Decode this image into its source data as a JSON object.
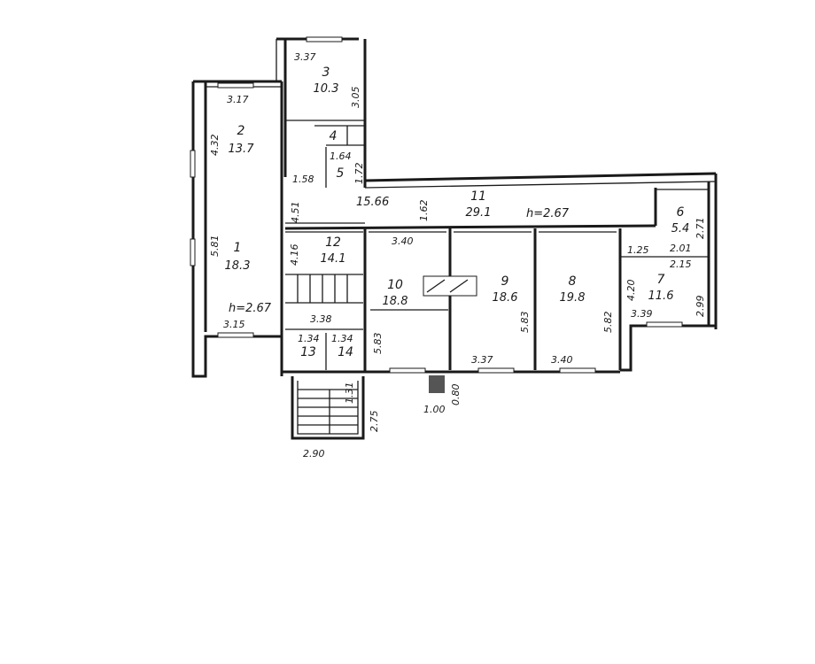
{
  "rooms": {
    "r1": {
      "num": "1",
      "area": "18.3",
      "height": "h=2.67"
    },
    "r2": {
      "num": "2",
      "area": "13.7"
    },
    "r3": {
      "num": "3",
      "area": "10.3"
    },
    "r4": {
      "num": "4"
    },
    "r5": {
      "num": "5"
    },
    "r6": {
      "num": "6",
      "area": "5.4"
    },
    "r7": {
      "num": "7",
      "area": "11.6"
    },
    "r8": {
      "num": "8",
      "area": "19.8"
    },
    "r9": {
      "num": "9",
      "area": "18.6"
    },
    "r10": {
      "num": "10",
      "area": "18.8"
    },
    "r11": {
      "num": "11",
      "area": "29.1",
      "height": "h=2.67"
    },
    "r12": {
      "num": "12",
      "area": "14.1"
    },
    "r13": {
      "num": "13"
    },
    "r14": {
      "num": "14"
    }
  },
  "dims": {
    "d317": "3.17",
    "d432": "4.32",
    "d337": "3.37",
    "d305": "3.05",
    "d164": "1.64",
    "d172": "1.72",
    "d158": "1.58",
    "d451": "4.51",
    "d1566": "15.66",
    "d162": "1.62",
    "d581": "5.81",
    "d315": "3.15",
    "d416": "4.16",
    "d340a": "3.40",
    "d338": "3.38",
    "d134a": "1.34",
    "d134b": "1.34",
    "d583a": "5.83",
    "d583b": "5.83",
    "d337b": "3.37",
    "d582": "5.82",
    "d340b": "3.40",
    "d125": "1.25",
    "d201": "2.01",
    "d271": "2.71",
    "d215": "2.15",
    "d420": "4.20",
    "d299": "2.99",
    "d339": "3.39",
    "d100": "1.00",
    "d080": "0.80",
    "d275": "2.75",
    "d290": "2.90",
    "d131": "1.31"
  }
}
